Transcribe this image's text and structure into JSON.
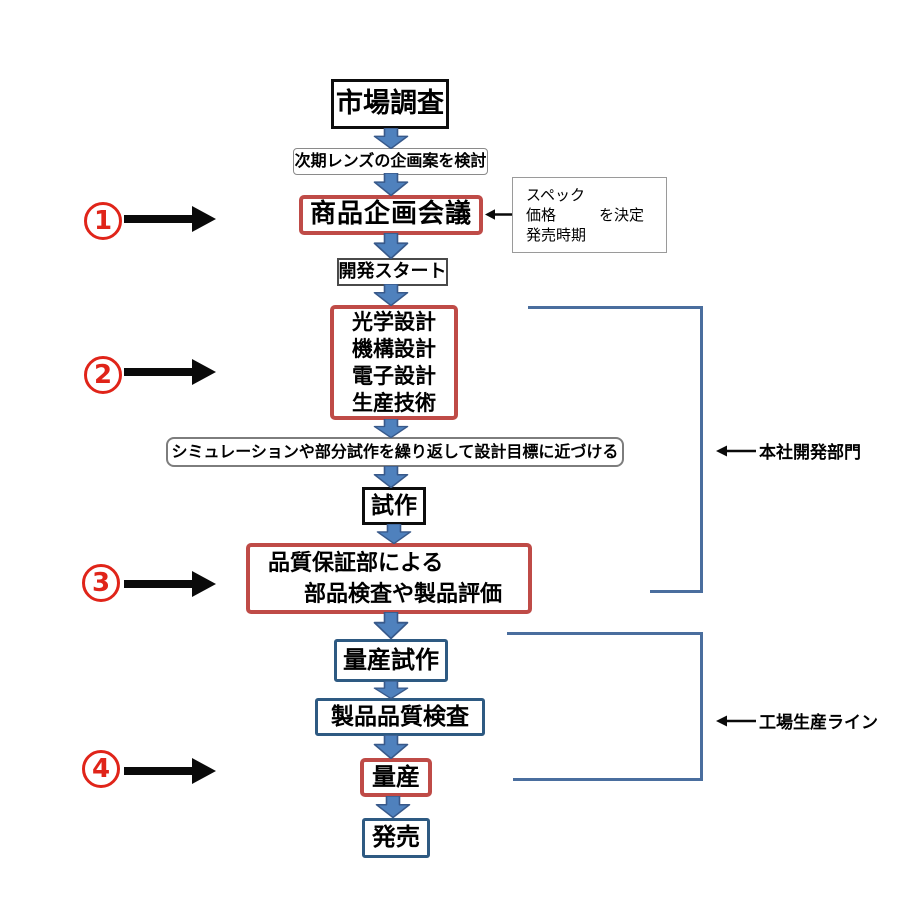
{
  "colors": {
    "red_border": "#bf4b47",
    "marker_red": "#e02419",
    "navy_border": "#2e5a82",
    "arrow_fill": "#4f81bd",
    "arrow_stroke": "#38598a",
    "bracket": "#4a6e9e",
    "black": "#111111"
  },
  "flow": {
    "market_research": "市場調査",
    "plan_note": "次期レンズの企画案を検討",
    "planning_meeting": "商品企画会議",
    "dev_start": "開発スタート",
    "design_lines": [
      "光学設計",
      "機構設計",
      "電子設計",
      "生産技術"
    ],
    "simulation_note": "シミュレーションや部分試作を繰り返して設計目標に近づける",
    "prototype": "試作",
    "qa_line1": "品質保証部による",
    "qa_line2": "部品検査や製品評価",
    "mass_trial": "量産試作",
    "quality_check": "製品品質検査",
    "mass_production": "量産",
    "release": "発売"
  },
  "spec_note": {
    "line1": "スペック",
    "line2_item": "価格",
    "line2_action": "を決定",
    "line3": "発売時期"
  },
  "markers": [
    {
      "number": "1"
    },
    {
      "number": "2"
    },
    {
      "number": "3"
    },
    {
      "number": "4"
    }
  ],
  "side_labels": {
    "hq": "本社開発部門",
    "factory": "工場生産ライン"
  }
}
